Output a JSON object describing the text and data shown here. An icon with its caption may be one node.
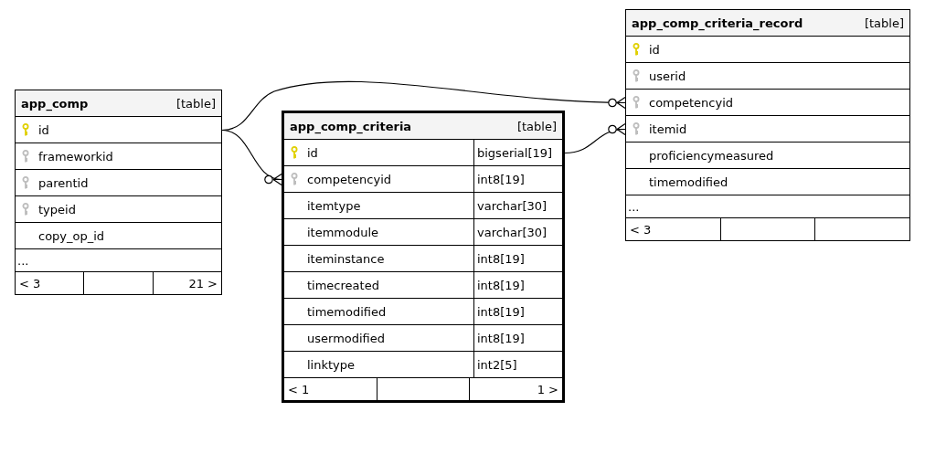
{
  "diagram": {
    "nodes": [
      {
        "text": [
          "app_comp",
          "[table]"
        ]
      },
      {
        "text": [
          "id"
        ],
        "in": 0
      },
      {
        "text": [
          "frameworkid"
        ],
        "in": 0
      },
      {
        "text": [
          "parentid"
        ],
        "in": 0
      },
      {
        "text": [
          "typeid"
        ],
        "in": 0
      },
      {
        "text": [
          "copy_op_id"
        ],
        "in": 0
      },
      {
        "text": [
          "..."
        ],
        "in": 0
      },
      {
        "text": [
          "< 3",
          "21 >"
        ],
        "in": 0
      },
      {
        "text": [
          "app_comp_criteria",
          "[table]"
        ]
      },
      {
        "text": [
          "id",
          "bigserial[19]"
        ],
        "in": 8
      },
      {
        "text": [
          "competencyid",
          "int8[19]"
        ],
        "in": 8
      },
      {
        "text": [
          "itemtype",
          "varchar[30]"
        ],
        "in": 8
      },
      {
        "text": [
          "itemmodule",
          "varchar[30]"
        ],
        "in": 8
      },
      {
        "text": [
          "iteminstance",
          "int8[19]"
        ],
        "in": 8
      },
      {
        "text": [
          "timecreated",
          "int8[19]"
        ],
        "in": 8
      },
      {
        "text": [
          "timemodified",
          "int8[19]"
        ],
        "in": 8
      },
      {
        "text": [
          "usermodified",
          "int8[19]"
        ],
        "in": 8
      },
      {
        "text": [
          "linktype",
          "int2[5]"
        ],
        "in": 8
      },
      {
        "text": [
          "< 1",
          "1 >"
        ],
        "in": 8
      },
      {
        "text": [
          "app_comp_criteria_record",
          "[table]"
        ]
      },
      {
        "text": [
          "id"
        ],
        "in": 19
      },
      {
        "text": [
          "userid"
        ],
        "in": 19
      },
      {
        "text": [
          "competencyid"
        ],
        "in": 19
      },
      {
        "text": [
          "itemid"
        ],
        "in": 19
      },
      {
        "text": [
          "proficiencymeasured"
        ],
        "in": 19
      },
      {
        "text": [
          "timemodified"
        ],
        "in": 19
      },
      {
        "text": [
          "..."
        ],
        "in": 19
      },
      {
        "text": [
          "< 3"
        ],
        "in": 19
      }
    ],
    "edges": [
      {
        "from": 1,
        "to": 10,
        "arrow": "other"
      },
      {
        "from": 1,
        "to": 22,
        "arrow": "other"
      },
      {
        "from": 9,
        "to": 23,
        "arrow": "other"
      }
    ]
  }
}
